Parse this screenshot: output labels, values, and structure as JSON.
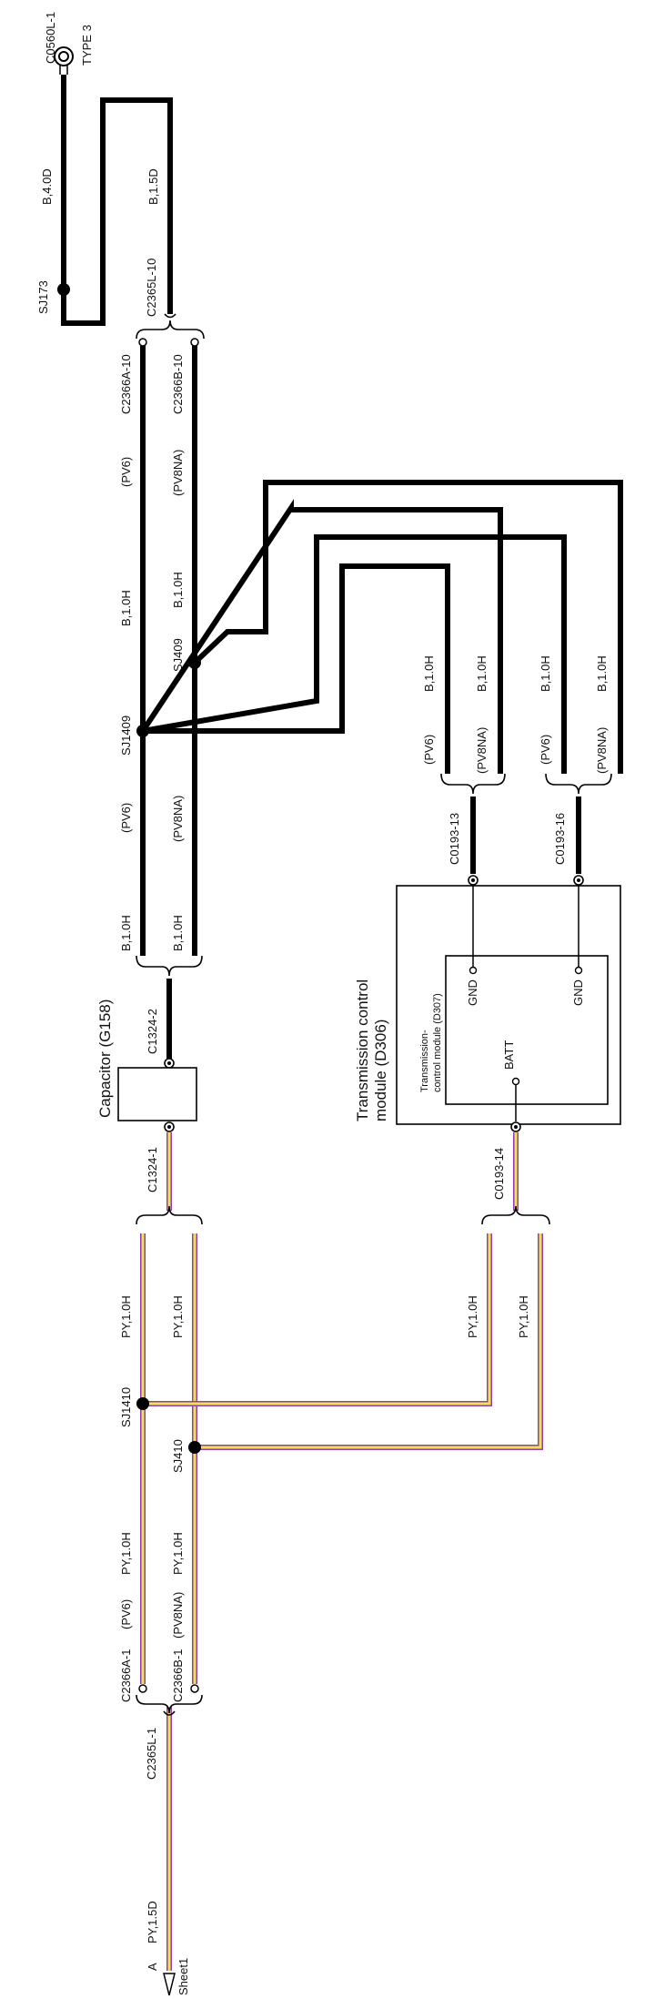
{
  "ground": {
    "id": "C0560L-1",
    "type": "TYPE 3"
  },
  "wires_upper": {
    "left": "B,4.0D",
    "right": "B,1.5D"
  },
  "splices": {
    "sj173": "SJ173",
    "sj1409": "SJ1409",
    "sj409": "SJ409",
    "sj1410": "SJ1410",
    "sj410": "SJ410"
  },
  "connectors": {
    "c2365l_10": "C2365L-10",
    "c2366a_10": "C2366A-10",
    "c2366b_10": "C2366B-10",
    "c1324_2": "C1324-2",
    "c1324_1": "C1324-1",
    "c0193_13": "C0193-13",
    "c0193_16": "C0193-16",
    "c0193_14": "C0193-14",
    "c2366a_1": "C2366A-1",
    "c2366b_1": "C2366B-1",
    "c2365l_1": "C2365L-1"
  },
  "variants": {
    "pv6": "(PV6)",
    "pv8na": "(PV8NA)"
  },
  "wire_codes": {
    "b10h": "B,1.0H",
    "py10h": "PY,1.0H",
    "py15d": "PY,1.5D"
  },
  "capacitor": {
    "label": "Capacitor (G158)"
  },
  "tcm": {
    "title_line1": "Transmission control",
    "title_line2": "module (D306)",
    "inner_line1": "Transmission-",
    "inner_line2": "control module (D307)",
    "gnd1": "GND",
    "gnd2": "GND",
    "batt": "BATT"
  },
  "sheet_ref": {
    "letter": "A",
    "sheet": "Sheet1"
  }
}
